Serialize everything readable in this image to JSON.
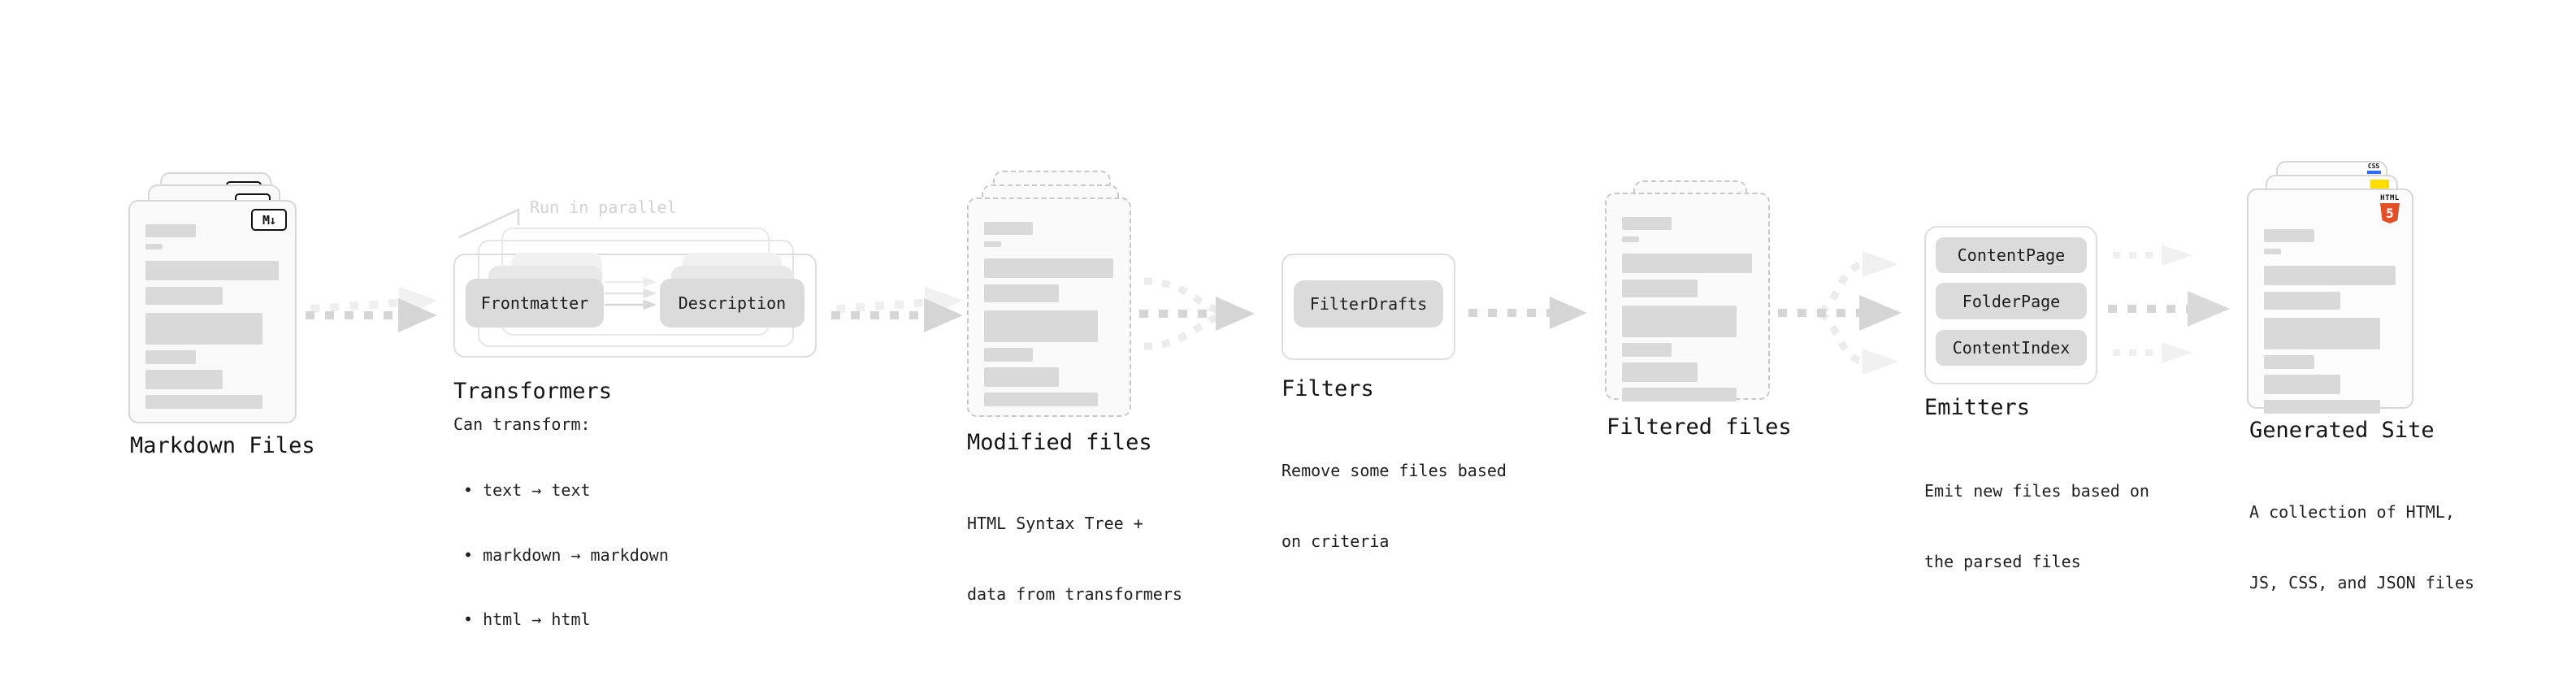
{
  "colors": {
    "accent_html5": "#e34f26",
    "accent_js": "#ffdd00",
    "accent_css": "#2f6bff"
  },
  "stages": {
    "markdown": {
      "label": "Markdown Files",
      "badge": "M↓"
    },
    "transformers": {
      "heading": "Transformers",
      "note": "Run in parallel",
      "pills": [
        "Frontmatter",
        "Description"
      ],
      "desc_title": "Can transform:",
      "bullets": [
        "• text → text",
        "• markdown → markdown",
        "• html → html"
      ]
    },
    "modified": {
      "label": "Modified files",
      "desc_lines": [
        "HTML Syntax Tree +",
        "data from transformers"
      ]
    },
    "filters": {
      "heading": "Filters",
      "pill": "FilterDrafts",
      "desc_lines": [
        "Remove some files based",
        "on criteria"
      ]
    },
    "filtered": {
      "label": "Filtered files"
    },
    "emitters": {
      "heading": "Emitters",
      "pills": [
        "ContentPage",
        "FolderPage",
        "ContentIndex"
      ],
      "desc_lines": [
        "Emit new files based on",
        "the parsed files"
      ]
    },
    "generated": {
      "label": "Generated Site",
      "badges": {
        "html_word": "HTML",
        "html_number": "5",
        "css_word": "CSS"
      },
      "desc_lines": [
        "A collection of HTML,",
        "JS, CSS, and JSON files"
      ]
    }
  }
}
